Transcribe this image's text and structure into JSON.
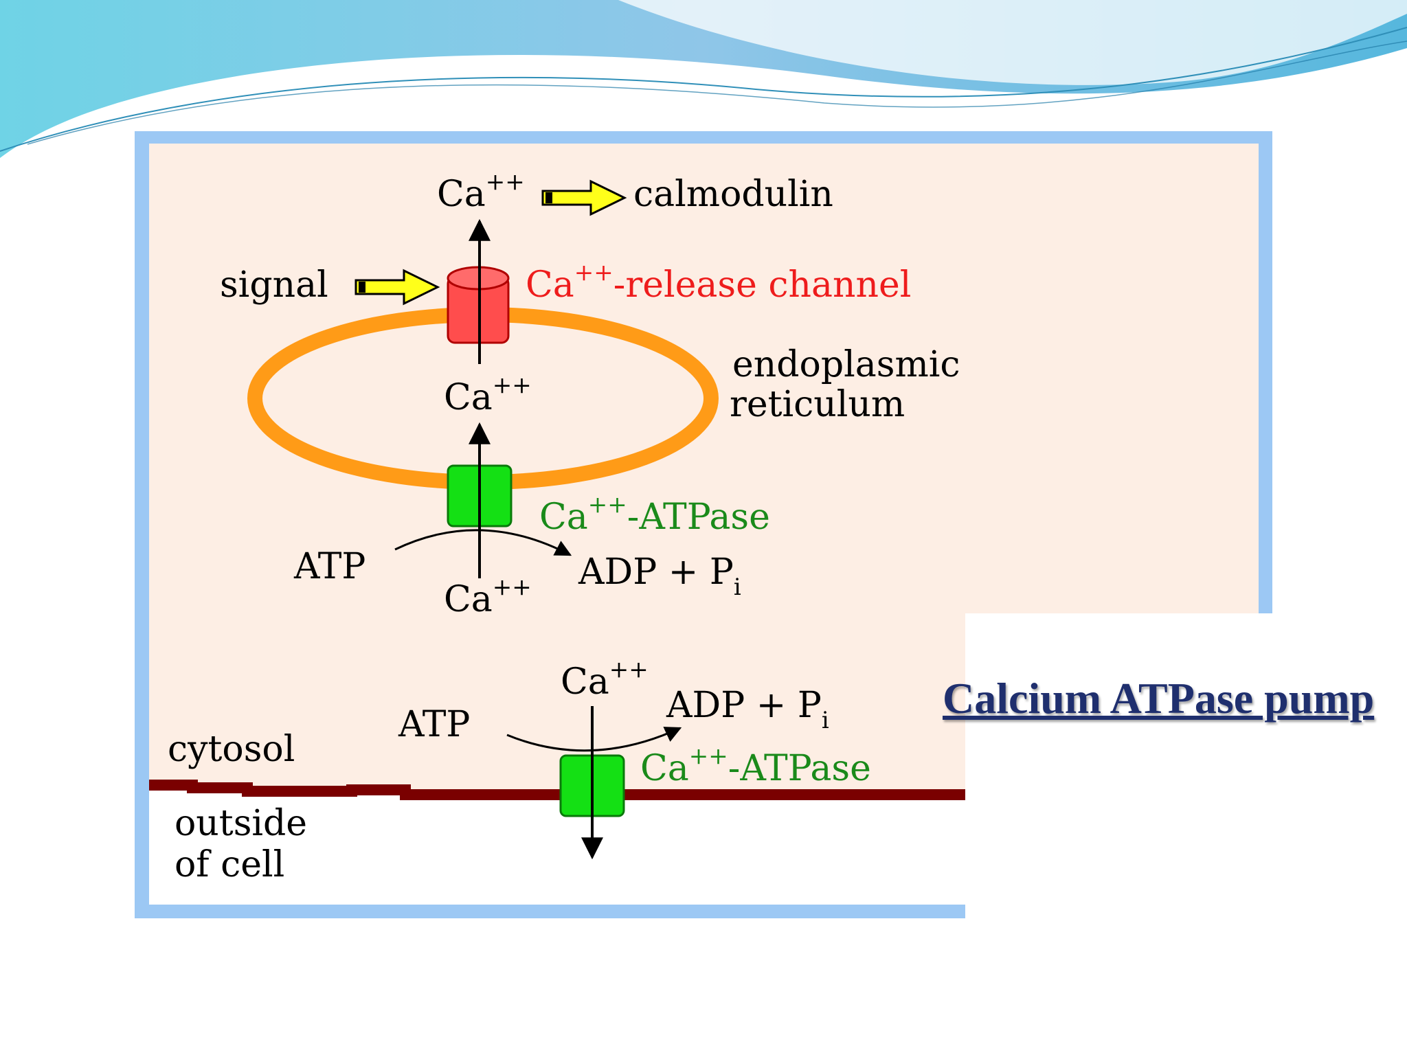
{
  "title": "Calcium ATPase pump",
  "labels": {
    "ca_top": "Ca",
    "calmodulin": "calmodulin",
    "signal": "signal",
    "release_channel": "-release channel",
    "release_channel_ca": "Ca",
    "er_line1": "endoplasmic",
    "er_line2": "reticulum",
    "ca_inside_er": "Ca",
    "er_atpase": "-ATPase",
    "er_atpase_ca": "Ca",
    "atp_er": "ATP",
    "adp_er": "ADP + P",
    "ca_below_er": "Ca",
    "ca_pm": "Ca",
    "atp_pm": "ATP",
    "adp_pm": "ADP + P",
    "pm_atpase": "-ATPase",
    "pm_atpase_ca": "Ca",
    "cytosol": "cytosol",
    "outside_line1": "outside",
    "outside_line2": "of cell",
    "charge": "++",
    "subscript_i": "i"
  },
  "colors": {
    "frame": "#9cc8f4",
    "panel": "#fdeee4",
    "er_membrane": "#ff9b17",
    "release_channel": "#ff4d4d",
    "atpase": "#14e014",
    "plasma_membrane": "#7a0000",
    "signal_arrow": "#ffff1a",
    "red_text": "#ee1c1c",
    "green_text": "#1a8a1a",
    "title_text": "#1f2f6e"
  }
}
